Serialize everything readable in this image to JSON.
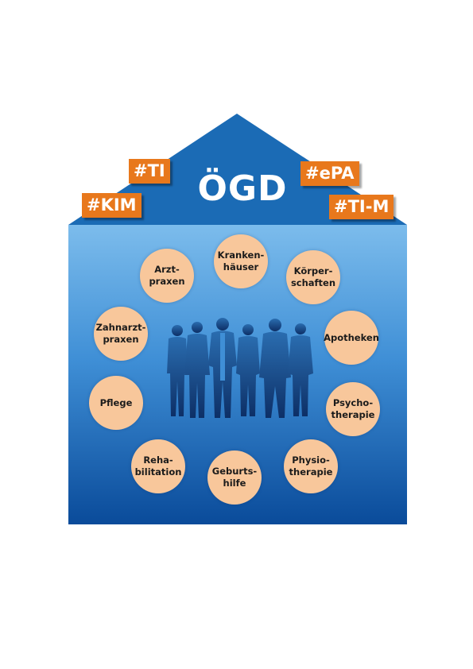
{
  "title": "ÖGD",
  "tags": [
    "#TI",
    "#KIM",
    "#ePA",
    "#TI-M"
  ],
  "bubbles": [
    "Arzt-\npraxen",
    "Kranken-\nhäuser",
    "Körper-\nschaften",
    "Zahnarzt-\npraxen",
    "Apotheken",
    "Pflege",
    "Psycho-\ntherapie",
    "Reha-\nbilitation",
    "Geburts-\nhilfe",
    "Physio-\ntherapie"
  ],
  "colors": {
    "roof": "#1b6bb5",
    "wall_top": "#7cbcec",
    "wall_bottom": "#0a4b9a",
    "tag": "#e8781c",
    "bubble": "#f8c79b"
  },
  "icons": [
    "medical-staff-silhouettes"
  ]
}
